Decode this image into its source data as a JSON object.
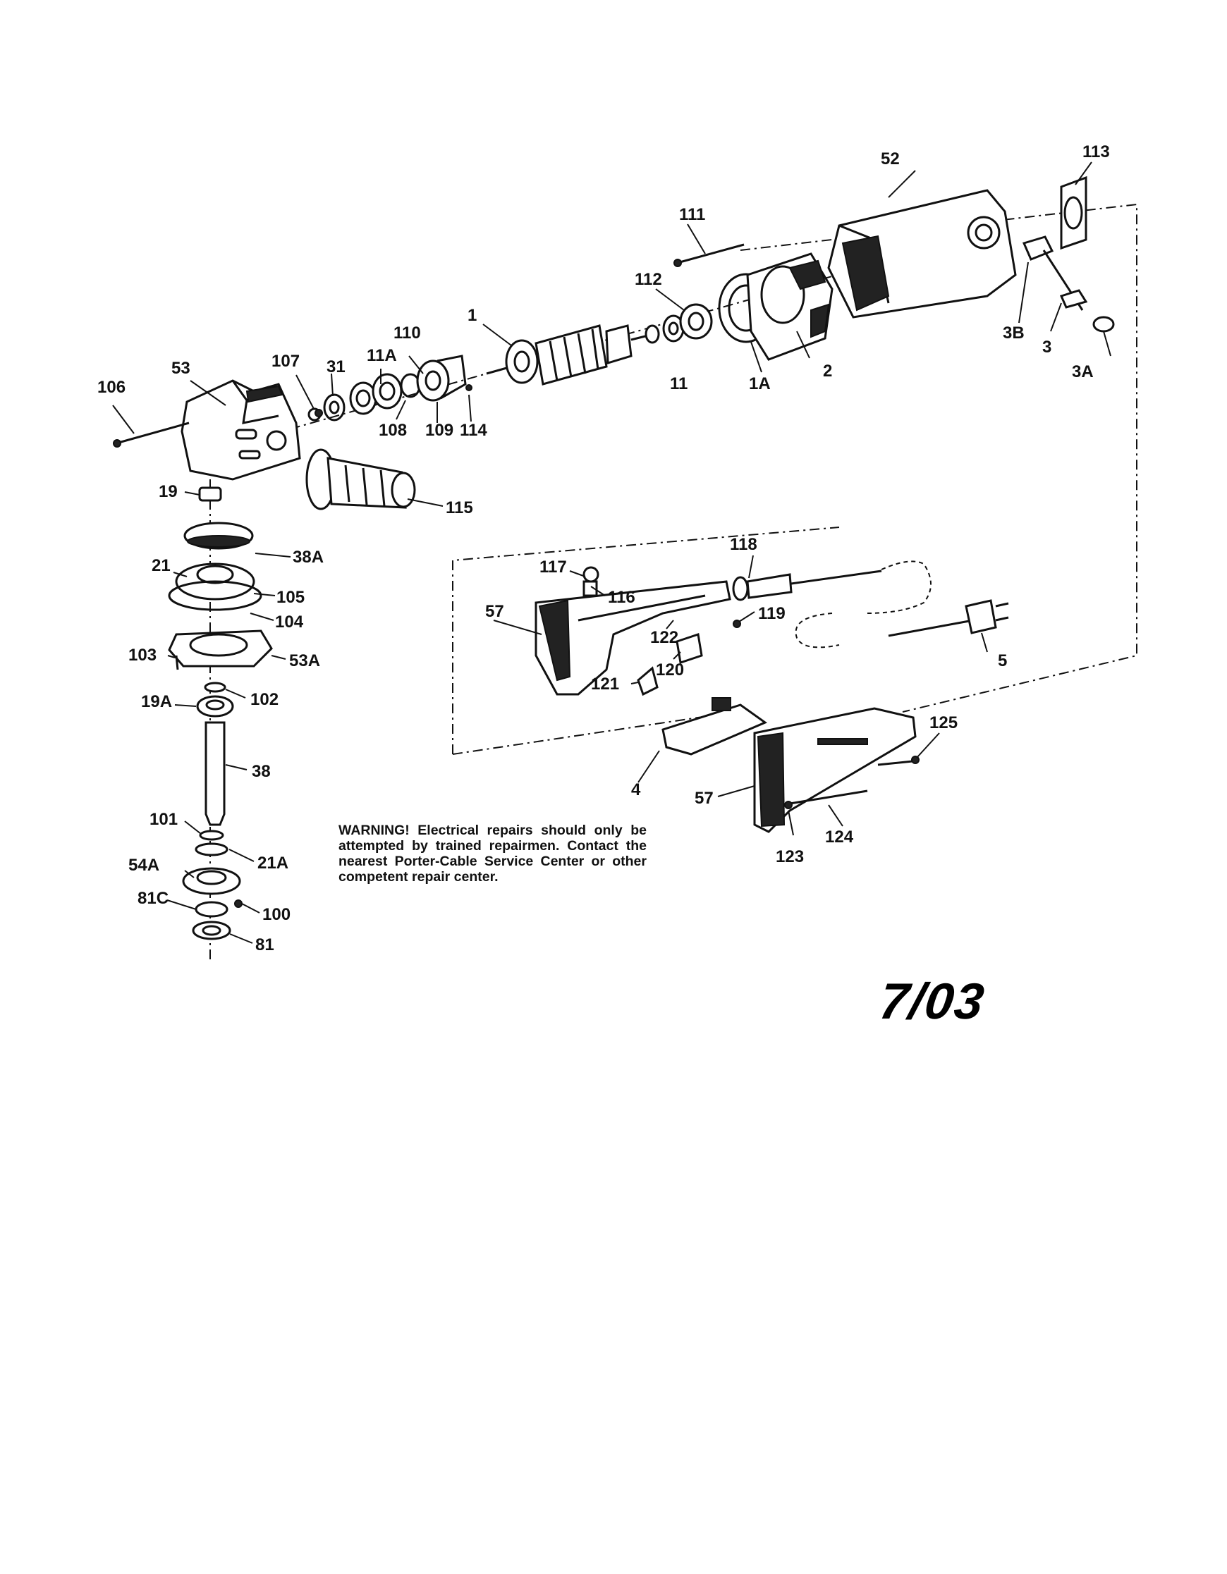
{
  "warning_text": "WARNING! Electrical repairs should only be attempted by trained repairmen. Contact the nearest Porter-Cable Service Center or other competent repair center.",
  "date_code": "7/03",
  "part_labels": {
    "p1": "1",
    "p1A": "1A",
    "p2": "2",
    "p3": "3",
    "p3A": "3A",
    "p3B": "3B",
    "p4": "4",
    "p5": "5",
    "p11": "11",
    "p11A": "11A",
    "p19": "19",
    "p19A": "19A",
    "p21": "21",
    "p21A": "21A",
    "p31": "31",
    "p38": "38",
    "p38A": "38A",
    "p52": "52",
    "p53": "53",
    "p53A": "53A",
    "p54A": "54A",
    "p57a": "57",
    "p57b": "57",
    "p81": "81",
    "p81C": "81C",
    "p100": "100",
    "p101": "101",
    "p102": "102",
    "p103": "103",
    "p104": "104",
    "p105": "105",
    "p106": "106",
    "p107": "107",
    "p108": "108",
    "p109": "109",
    "p110": "110",
    "p111": "111",
    "p112": "112",
    "p113": "113",
    "p114": "114",
    "p115": "115",
    "p116": "116",
    "p117": "117",
    "p118": "118",
    "p119": "119",
    "p120": "120",
    "p121": "121",
    "p122": "122",
    "p123": "123",
    "p124": "124",
    "p125": "125"
  }
}
